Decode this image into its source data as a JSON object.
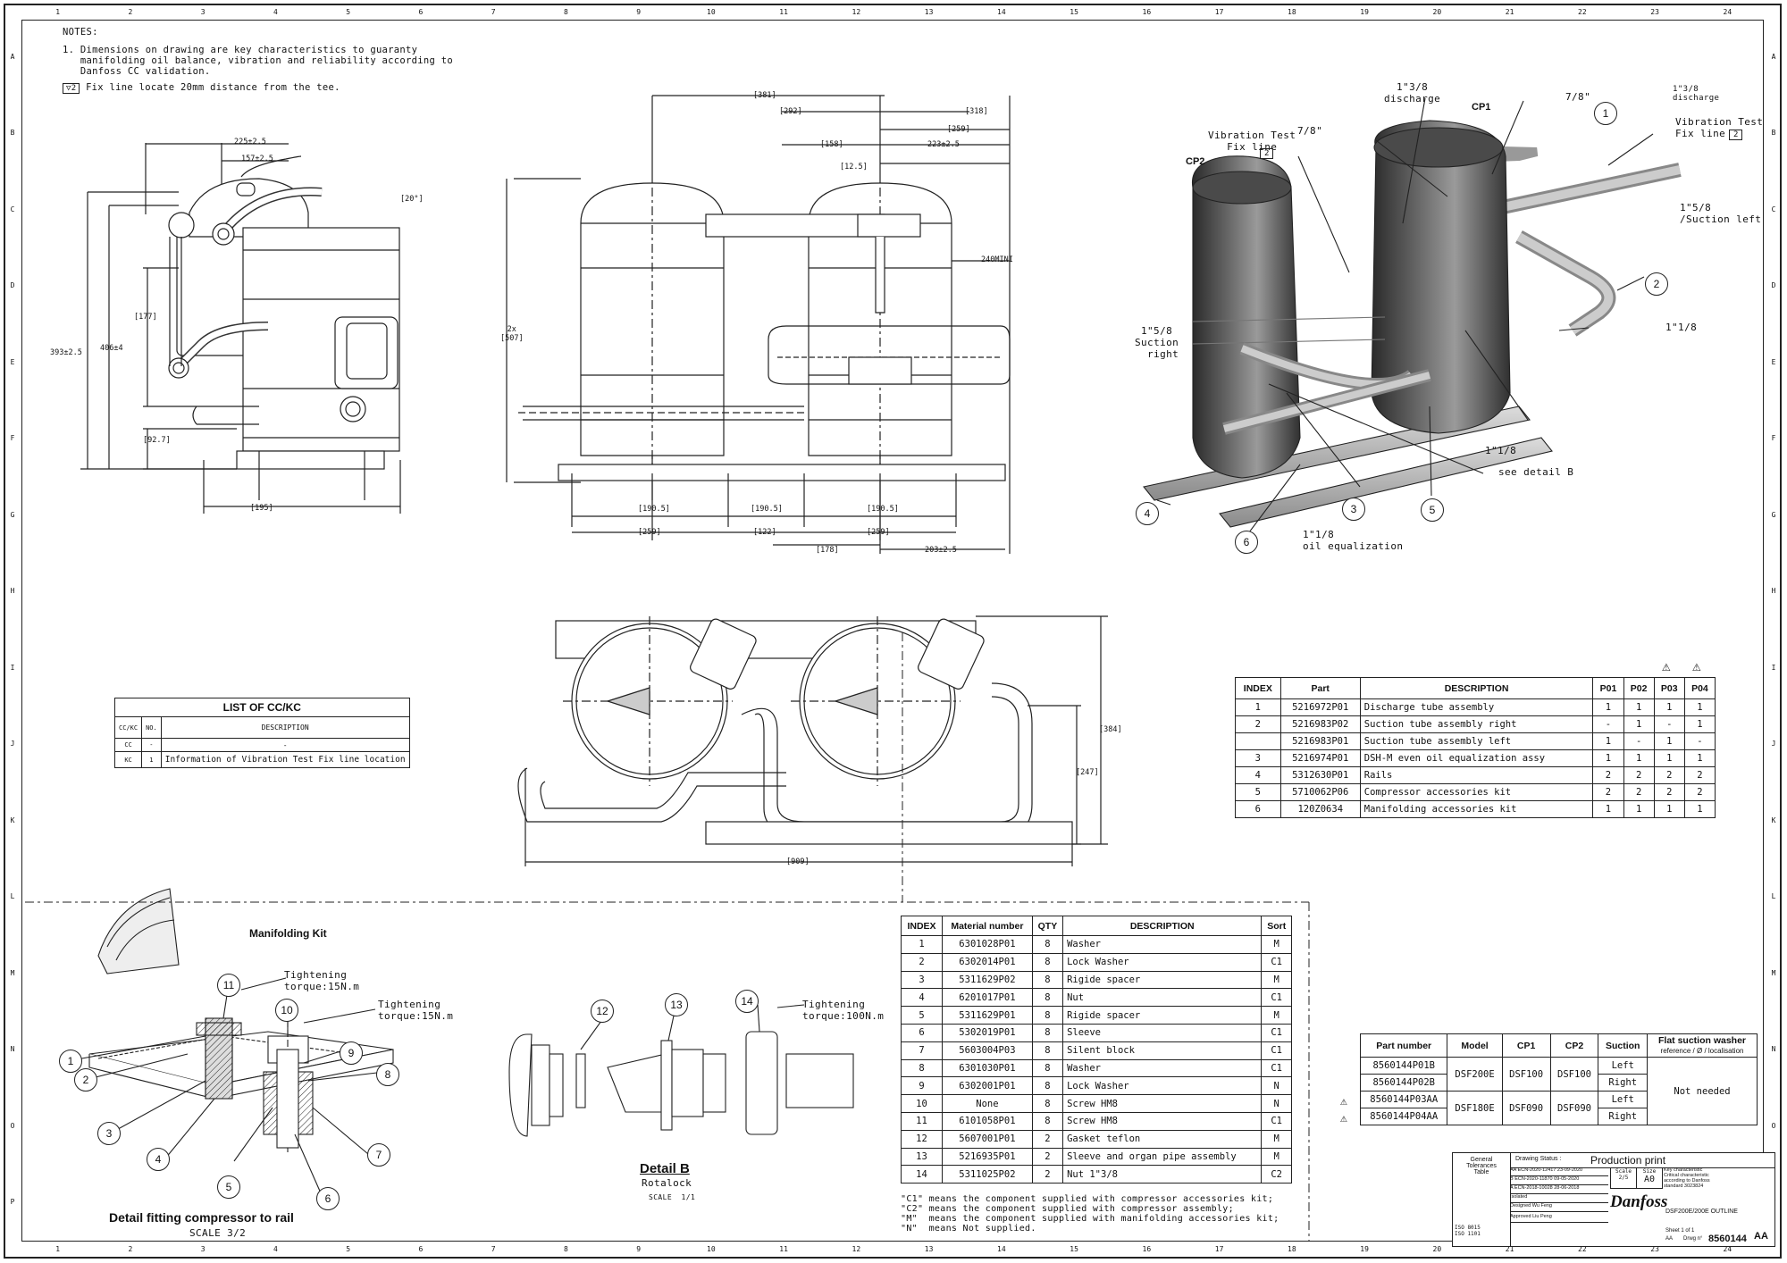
{
  "notes": {
    "header": "NOTES:",
    "line1": "1. Dimensions on drawing are key characteristics to guaranty",
    "line2": "   manifolding oil balance, vibration and reliability according to",
    "line3": "   Danfoss CC validation.",
    "note2_num": "2",
    "line4": "Fix line locate 20mm distance from the tee."
  },
  "border_zones": {
    "columns": [
      "1",
      "2",
      "3",
      "4",
      "5",
      "6",
      "7",
      "8",
      "9",
      "10",
      "11",
      "12",
      "13",
      "14",
      "15",
      "16",
      "17",
      "18",
      "19",
      "20",
      "21",
      "22",
      "23",
      "24"
    ],
    "rows": [
      "A",
      "B",
      "C",
      "D",
      "E",
      "F",
      "G",
      "H",
      "I",
      "J",
      "K",
      "L",
      "M",
      "N",
      "O",
      "P"
    ]
  },
  "side_view": {
    "dims": [
      "225±2.5",
      "157±2.5",
      "[20°]",
      "[177]",
      "393±2.5",
      "406±4",
      "[92.7]",
      "[195]"
    ]
  },
  "front_view": {
    "dims": [
      "[381]",
      "[292]",
      "[318]",
      "[259]",
      "[158]",
      "223±2.5",
      "[12.5]",
      "240MINI",
      "2x\n[507]",
      "[190.5]",
      "[190.5]",
      "[190.5]",
      "[259]",
      "[122]",
      "[259]",
      "[178]",
      "203±2.5"
    ]
  },
  "top_view": {
    "dims": [
      "[384]",
      "[247]",
      "[909]"
    ]
  },
  "iso_view": {
    "labels": {
      "discharge_left": "1\"3/8\ndischarge",
      "cp1": "CP1",
      "cp2": "CP2",
      "seven_eighth_a": "7/8\"",
      "seven_eighth_b": "7/8\"",
      "discharge_right": "1\"3/8\ndischarge",
      "vib_left": "Vibration Test\n   Fix line",
      "vib_left_num": "2",
      "vib_right": "Vibration Test\nFix line",
      "vib_right_num": "2",
      "suction_left": "1\"5/8\n/Suction left",
      "suction_right": "1\"5/8\nSuction\n  right",
      "one_eighth_a": "1\"1/8",
      "one_eighth_b": "1\"1/8",
      "see_detail": "see detail B",
      "oil_eq": "1\"1/8\noil equalization"
    },
    "balloons": [
      "1",
      "2",
      "3",
      "4",
      "5",
      "6"
    ]
  },
  "cc_kc": {
    "title": "LIST OF CC/KC",
    "headers": [
      "CC/KC",
      "NO.",
      "DESCRIPTION"
    ],
    "rows": [
      [
        "CC",
        "-",
        "-"
      ],
      [
        "KC",
        "1",
        "Information of Vibration Test Fix line location"
      ]
    ]
  },
  "parts_table": {
    "warning_glyph": "⚠",
    "headers": [
      "INDEX",
      "Part",
      "DESCRIPTION",
      "P01",
      "P02",
      "P03",
      "P04"
    ],
    "rows": [
      [
        "1",
        "5216972P01",
        "Discharge tube assembly",
        "1",
        "1",
        "1",
        "1"
      ],
      [
        "2",
        "5216983P02",
        "Suction tube assembly right",
        "-",
        "1",
        "-",
        "1"
      ],
      [
        "",
        "5216983P01",
        "Suction tube assembly left",
        "1",
        "-",
        "1",
        "-"
      ],
      [
        "3",
        "5216974P01",
        "DSH-M even oil equalization assy",
        "1",
        "1",
        "1",
        "1"
      ],
      [
        "4",
        "5312630P01",
        "Rails",
        "2",
        "2",
        "2",
        "2"
      ],
      [
        "5",
        "5710062P06",
        "Compressor accessories kit",
        "2",
        "2",
        "2",
        "2"
      ],
      [
        "6",
        "120Z0634",
        "Manifolding accessories kit",
        "1",
        "1",
        "1",
        "1"
      ]
    ]
  },
  "manifolding": {
    "title": "Manifolding Kit",
    "torque1": "Tightening\ntorque:15N.m",
    "torque2": "Tightening\ntorque:15N.m",
    "balloons": [
      "1",
      "2",
      "3",
      "4",
      "5",
      "6",
      "7",
      "8",
      "9",
      "10",
      "11"
    ],
    "caption": "Detail fitting compressor to rail",
    "scale": "SCALE 3/2"
  },
  "detail_b": {
    "torque": "Tightening\ntorque:100N.m",
    "balloons": [
      "12",
      "13",
      "14"
    ],
    "title": "Detail B",
    "subtitle": "Rotalock",
    "scale": "SCALE  1/1"
  },
  "material_table": {
    "headers": [
      "INDEX",
      "Material number",
      "QTY",
      "DESCRIPTION",
      "Sort"
    ],
    "rows": [
      [
        "1",
        "6301028P01",
        "8",
        "Washer",
        "M"
      ],
      [
        "2",
        "6302014P01",
        "8",
        "Lock Washer",
        "C1"
      ],
      [
        "3",
        "5311629P02",
        "8",
        "Rigide spacer",
        "M"
      ],
      [
        "4",
        "6201017P01",
        "8",
        "Nut",
        "C1"
      ],
      [
        "5",
        "5311629P01",
        "8",
        "Rigide spacer",
        "M"
      ],
      [
        "6",
        "5302019P01",
        "8",
        "Sleeve",
        "C1"
      ],
      [
        "7",
        "5603004P03",
        "8",
        "Silent block",
        "C1"
      ],
      [
        "8",
        "6301030P01",
        "8",
        "Washer",
        "C1"
      ],
      [
        "9",
        "6302001P01",
        "8",
        "Lock Washer",
        "N"
      ],
      [
        "10",
        "None",
        "8",
        "Screw HM8",
        "N"
      ],
      [
        "11",
        "6101058P01",
        "8",
        "Screw HM8",
        "C1"
      ],
      [
        "12",
        "5607001P01",
        "2",
        "Gasket teflon",
        "M"
      ],
      [
        "13",
        "5216935P01",
        "2",
        "Sleeve and organ pipe assembly",
        "M"
      ],
      [
        "14",
        "5311025P02",
        "2",
        "Nut 1\"3/8",
        "C2"
      ]
    ],
    "legend": [
      "\"C1\" means the component supplied with compressor accessories kit;",
      "\"C2\" means the component supplied with compressor assembly;",
      "\"M\"  means the component supplied with manifolding accessories kit;",
      "\"N\"  means Not supplied."
    ]
  },
  "variant_table": {
    "headers": [
      "Part number",
      "Model",
      "CP1",
      "CP2",
      "Suction",
      "Flat suction washer"
    ],
    "washer_sub": "reference / Ø / localisation",
    "rows": [
      {
        "warn": "",
        "part": "8560144P01B",
        "suction": "Left"
      },
      {
        "warn": "",
        "part": "8560144P02B",
        "suction": "Right"
      },
      {
        "warn": "⚠",
        "part": "8560144P03AA",
        "suction": "Left"
      },
      {
        "warn": "⚠",
        "part": "8560144P04AA",
        "suction": "Right"
      }
    ],
    "groups": [
      {
        "model": "DSF200E",
        "cp1": "DSF100",
        "cp2": "DSF100"
      },
      {
        "model": "DSF180E",
        "cp1": "DSF090",
        "cp2": "DSF090"
      }
    ],
    "washer_value": "Not needed"
  },
  "title_block": {
    "tolerance": "General\nTolerances\nTable",
    "drawing_status_label": "Drawing Status :",
    "drawing_status": "Production print",
    "revs": [
      [
        "AA",
        "ECN-2020-12417",
        "23-09-2020"
      ],
      [
        "B",
        "ECN-2020-11870",
        "09-05-2020"
      ],
      [
        "A",
        "ECN-2018-10028",
        "28-06-2018"
      ]
    ],
    "scale_label": "Scale",
    "scale": "2/5",
    "size_label": "Size",
    "size": "A0",
    "isolated_label": "Isolated",
    "designed_label": "Designed",
    "designed": "Wu Feng",
    "approved_label": "Approved",
    "approved": "Liu Peng",
    "logo": "Danfoss",
    "designation": "DSF200E/200E OUTLINE",
    "key_legend": "Key characteristic\nCritical characteristic\naccording to Danfoss\nstandard 3023824",
    "sheet": "Sheet 1 of 1",
    "drawing_no_label": "Drwg n°",
    "drawing_no": "8560144",
    "rev": "AA",
    "rev_label": "AA",
    "iso": "ISO 8015\nISO 1101"
  }
}
